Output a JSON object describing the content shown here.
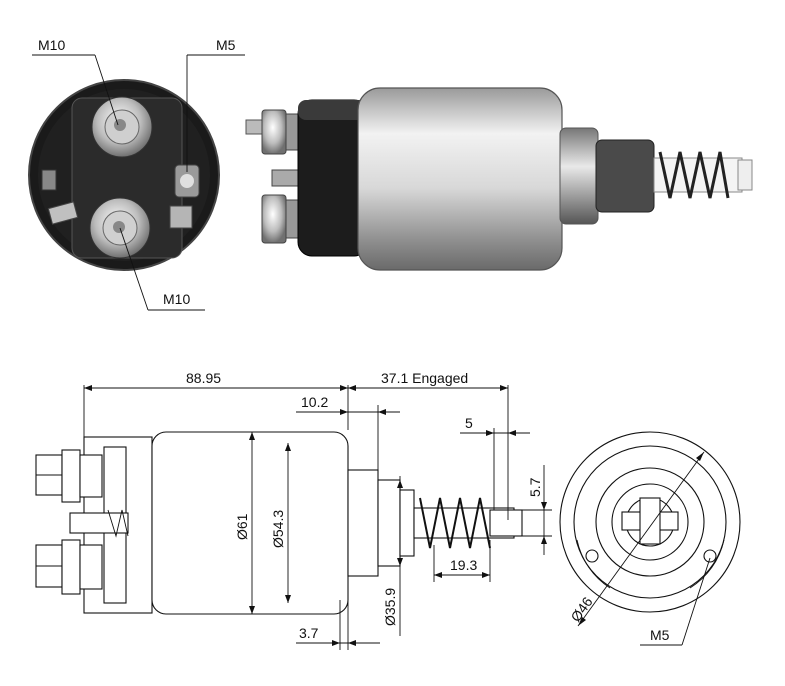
{
  "photo_callouts": {
    "m10_top": "M10",
    "m5_top": "M5",
    "m10_bottom": "M10"
  },
  "dimensions": {
    "overall_length": "88.95",
    "engaged_travel": "37.1 Engaged",
    "flange_width": "10.2",
    "plunger_tip": "5",
    "plunger_height": "5.7",
    "body_diameter": "Ø61",
    "inner_diameter": "Ø54.3",
    "nose_diameter": "Ø35.9",
    "flange_offset": "3.7",
    "spring_length": "19.3",
    "bolt_circle": "Ø46",
    "mount_thread": "M5"
  },
  "colors": {
    "line": "#111111",
    "background": "#ffffff",
    "metal_light": "#e6e6e6",
    "metal_dark": "#8a8a8a",
    "cap_black": "#1a1a1a"
  }
}
